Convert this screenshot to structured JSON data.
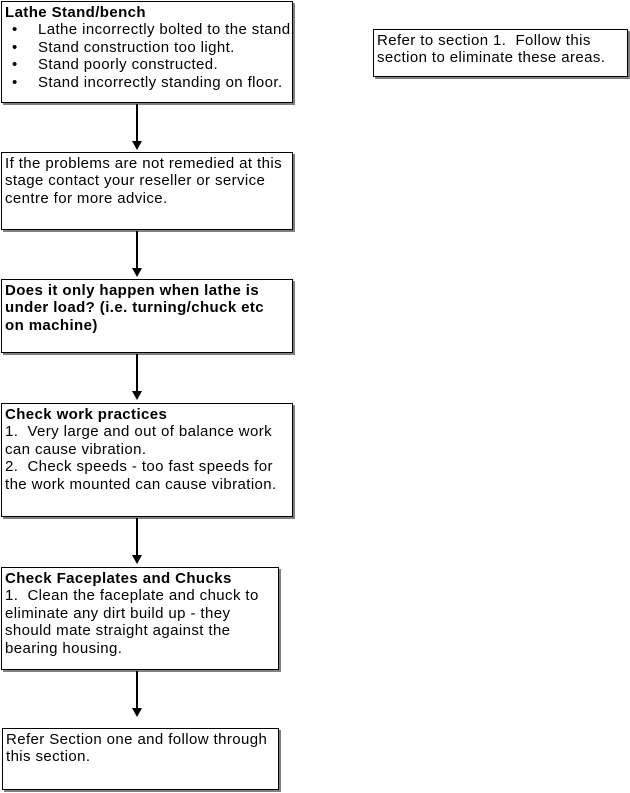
{
  "flowchart": {
    "colors": {
      "border": "#000000",
      "shadow": "#808080",
      "text": "#000000",
      "background": "#ffffff"
    },
    "box_lathe_stand": {
      "title": "Lathe Stand/bench",
      "bullets": [
        "Lathe incorrectly bolted to the stand.",
        "Stand construction too light.",
        "Stand poorly constructed.",
        "Stand incorrectly standing on floor."
      ]
    },
    "box_refer_note": {
      "lines": [
        "Refer to section 1.  Follow this",
        "section to eliminate these areas."
      ]
    },
    "box_contact": {
      "lines": [
        "If the problems are not remedied at this",
        "stage contact your reseller or service",
        "centre for more advice."
      ]
    },
    "box_load_question": {
      "lines": [
        "Does it only happen when lathe is",
        "under load? (i.e. turning/chuck etc",
        "on machine)"
      ]
    },
    "box_work_practices": {
      "title": "Check work practices",
      "lines": [
        "1.  Very large and out of balance work",
        "can cause vibration.",
        "2.  Check speeds - too fast speeds for",
        "the work mounted can cause vibration."
      ]
    },
    "box_faceplates": {
      "title": "Check Faceplates and Chucks",
      "lines": [
        "1.  Clean the faceplate and chuck to",
        "eliminate any dirt build up - they",
        "should mate straight against the",
        "bearing housing."
      ]
    },
    "box_refer_final": {
      "lines": [
        "Refer Section one and follow through",
        "this section."
      ]
    }
  }
}
